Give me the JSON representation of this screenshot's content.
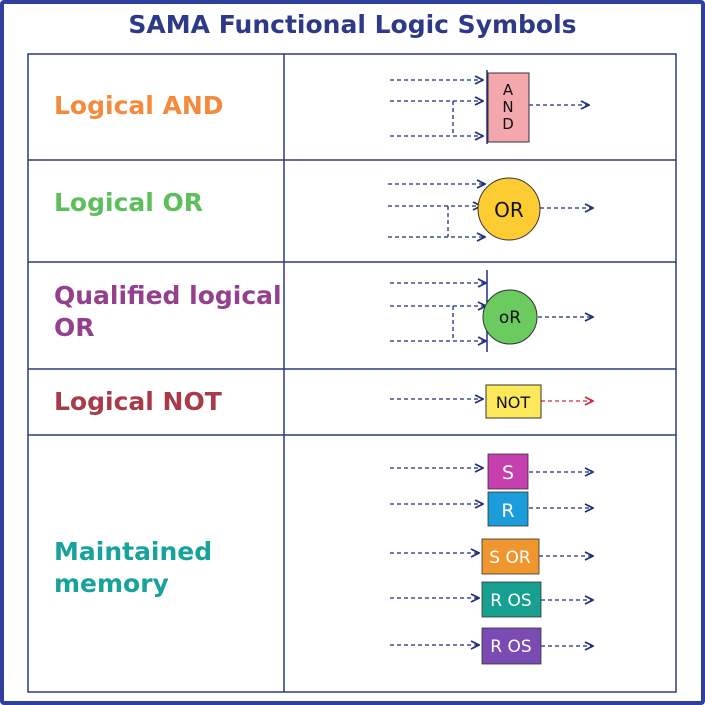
{
  "title": "SAMA Functional Logic Symbols",
  "rows": [
    {
      "id": "and",
      "label": "Logical AND"
    },
    {
      "id": "or",
      "label": "Logical OR"
    },
    {
      "id": "qor",
      "label": "Qualified logical OR"
    },
    {
      "id": "not",
      "label": "Logical NOT"
    },
    {
      "id": "mem",
      "label": "Maintained memory"
    }
  ],
  "symbols": {
    "and": {
      "letters": [
        "A",
        "N",
        "D"
      ],
      "fill": "#f4a7ad"
    },
    "or": {
      "text": "OR",
      "fill": "#fdcc33"
    },
    "qor": {
      "text": "oR",
      "fill": "#6ccb5f"
    },
    "not": {
      "text": "NOT",
      "fill": "#fde85a"
    },
    "memory": [
      {
        "text": "S",
        "fill": "#c53fae"
      },
      {
        "text": "R",
        "fill": "#1c9ddb"
      },
      {
        "text": "S OR",
        "fill": "#f0962e"
      },
      {
        "text": "R OS",
        "fill": "#17a090"
      },
      {
        "text": "R OS",
        "fill": "#7a4bb3"
      }
    ]
  },
  "colors": {
    "title": "#2e3a87",
    "border": "#2f3f9e",
    "grid": "#2f3a7a",
    "arrow": "#1f2f7a",
    "not_output_arrow": "#d8263a"
  }
}
